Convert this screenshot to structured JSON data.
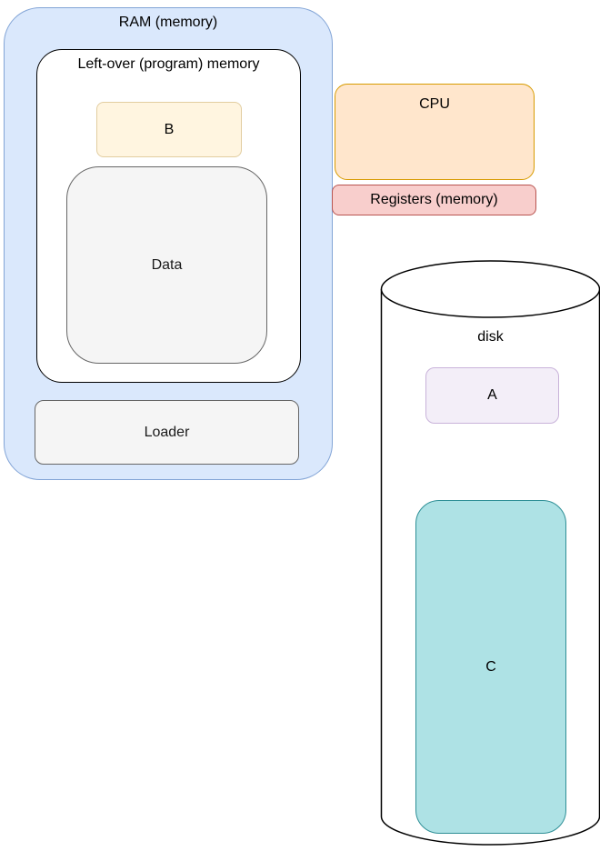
{
  "diagram": {
    "nodes": {
      "ram": {
        "label": "RAM (memory)",
        "fill": "#dae8fc",
        "stroke": "#82a4d6"
      },
      "leftover": {
        "label": "Left-over (program) memory",
        "fill": "#ffffff",
        "stroke": "#000000"
      },
      "b": {
        "label": "B",
        "fill": "#fff5e0",
        "stroke": "#e2cda0"
      },
      "data_block": {
        "label": "Data",
        "fill": "#f5f5f5",
        "stroke": "#666666"
      },
      "loader": {
        "label": "Loader",
        "fill": "#f5f5f5",
        "stroke": "#666666"
      },
      "cpu": {
        "label": "CPU",
        "fill": "#ffe6cc",
        "stroke": "#d79b00"
      },
      "registers": {
        "label": "Registers (memory)",
        "fill": "#f8cecc",
        "stroke": "#b85450"
      },
      "disk": {
        "label": "disk",
        "fill": "#ffffff",
        "stroke": "#000000"
      },
      "a": {
        "label": "A",
        "fill": "#f3eef8",
        "stroke": "#c9b3da"
      },
      "c": {
        "label": "C",
        "fill": "#aee2e5",
        "stroke": "#2e8f96"
      }
    }
  }
}
